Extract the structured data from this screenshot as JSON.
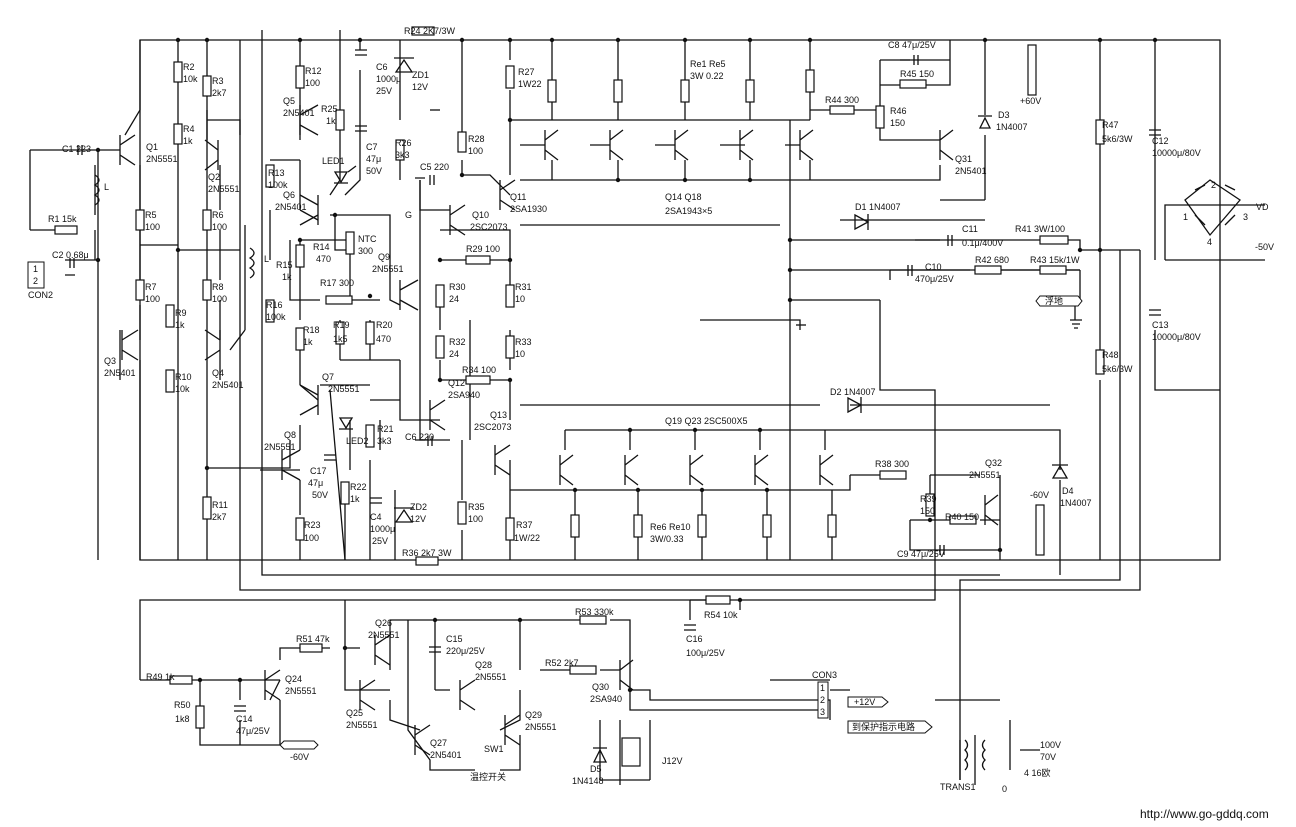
{
  "title": "",
  "labels": {
    "r24": "R24 2K7/3W",
    "r36": "R36 2k7 3W",
    "r2": "R2",
    "r2v": "10k",
    "r3": "R3",
    "r3v": "2k7",
    "r4": "R4",
    "r4v": "1k",
    "r5": "R5",
    "r5v": "100",
    "r6": "R6",
    "r6v": "100",
    "r7": "R7",
    "r7v": "100",
    "r8": "R8",
    "r8v": "100",
    "r9": "R9",
    "r9v": "1k",
    "r10": "R10",
    "r10v": "10k",
    "r11": "R11",
    "r11v": "2k7",
    "r12": "R12",
    "r12v": "100",
    "r13": "R13",
    "r13v": "100k",
    "r14": "R14",
    "r14v": "470",
    "r15": "R15",
    "r15v": "1k",
    "r16": "R16",
    "r16v": "100k",
    "r17": "R17 300",
    "r18": "R18",
    "r18v": "1k",
    "r19": "R19",
    "r19v": "1k5",
    "r20": "R20",
    "r20v": "470",
    "r21": "R21",
    "r21v": "3k3",
    "r22": "R22",
    "r22v": "1k",
    "r23": "R23",
    "r23v": "100",
    "r25": "R25",
    "r25v": "1k",
    "r26": "R26",
    "r26v": "3k3",
    "r27": "R27",
    "r27v": "1W22",
    "r28": "R28",
    "r28v": "100",
    "r29": "R29 100",
    "r30": "R30",
    "r30v": "24",
    "r31": "R31",
    "r31v": "10",
    "r32": "R32",
    "r32v": "24",
    "r33": "R33",
    "r33v": "10",
    "r34": "R34 100",
    "r35": "R35",
    "r35v": "100",
    "r37": "R37",
    "r37v": "1W/22",
    "r38": "R38 300",
    "r39": "R39",
    "r39v": "150",
    "r40": "R40 150",
    "r41": "R41 3W/100",
    "r42": "R42 680",
    "r43": "R43 15k/1W",
    "r44": "R44 300",
    "r45": "R45 150",
    "r46": "R46",
    "r46v": "150",
    "r47": "R47",
    "r47v": "5k6/3W",
    "r48": "R48",
    "r48v": "5k6/3W",
    "r49": "R49 1k",
    "r50": "R50",
    "r50v": "1k8",
    "r51": "R51 47k",
    "r52": "R52 2k7",
    "r53": "R53 330k",
    "r54": "R54 10k",
    "r1": "R1 15k",
    "re1": "Re1 Re5",
    "re1v": "3W 0.22",
    "re6": "Re6 Re10",
    "re6v": "3W/0.33",
    "c1": "C1 223",
    "c2": "C2 0.68μ",
    "c4": "C4",
    "c4v": "1000μ",
    "c4v2": "25V",
    "c5": "C5 220",
    "c6": "C6",
    "c6v": "1000μ",
    "c6v2": "25V",
    "c6b": "C6 220",
    "c7": "C7",
    "c7v": "47μ",
    "c7v2": "50V",
    "c8": "C8 47μ/25V",
    "c9": "C9 47μ/25V",
    "c10": "C10",
    "c10v": "470μ/25V",
    "c11": "C11",
    "c11v": "0.1μ/400V",
    "c12": "C12",
    "c12v": "10000μ/80V",
    "c13": "C13",
    "c13v": "10000μ/80V",
    "c14": "C14",
    "c14v": "47μ/25V",
    "c15": "C15",
    "c15v": "220μ/25V",
    "c16": "C16",
    "c16v": "100μ/25V",
    "c17": "C17",
    "c17v": "47μ",
    "c17v2": "50V",
    "q1": "Q1",
    "q1v": "2N5551",
    "q2": "Q2",
    "q2v": "2N5551",
    "q3": "Q3",
    "q3v": "2N5401",
    "q4": "Q4",
    "q4v": "2N5401",
    "q5": "Q5",
    "q5v": "2N5401",
    "q6": "Q6",
    "q6v": "2N5401",
    "q7": "Q7",
    "q7v": "2N5551",
    "q8": "Q8",
    "q8v": "2N5551",
    "q9": "Q9",
    "q9v": "2N5551",
    "q10": "Q10",
    "q10v": "2SC2073",
    "q11": "Q11",
    "q11v": "2SA1930",
    "q12": "Q12",
    "q12v": "2SA940",
    "q13": "Q13",
    "q13v": "2SC2073",
    "q14": "Q14 Q18",
    "q14v": "2SA1943×5",
    "q19": "Q19 Q23 2SC500X5",
    "q24": "Q24",
    "q24v": "2N5551",
    "q25": "Q25",
    "q25v": "2N5551",
    "q26": "Q26",
    "q26v": "2N5551",
    "q27": "Q27",
    "q27v": "2N5401",
    "q28": "Q28",
    "q28v": "2N5551",
    "q29": "Q29",
    "q29v": "2N5551",
    "q30": "Q30",
    "q30v": "2SA940",
    "q31": "Q31",
    "q31v": "2N5401",
    "q32": "Q32",
    "q32v": "2N5551",
    "d1": "D1 1N4007",
    "d2": "D2 1N4007",
    "d3": "D3",
    "d3v": "1N4007",
    "d4": "D4",
    "d4v": "1N4007",
    "d5": "D5",
    "d5v": "1N4148",
    "zd1": "ZD1",
    "zd1v": "12V",
    "zd2": "ZD2",
    "zd2v": "12V",
    "led1": "LED1",
    "led2": "LED2",
    "ntc": "NTC",
    "ntcv": "300",
    "l": "L",
    "con2": "CON2",
    "con2p1": "1",
    "con2p2": "2",
    "con3": "CON3",
    "con3p1": "1",
    "con3p2": "2",
    "con3p3": "3",
    "plus12v": "+12V",
    "protect": "到保护指示电路",
    "plus60": "+60V",
    "minus60": "-60V",
    "minus60b": "-60V",
    "float": "浮地",
    "vd": "VD",
    "minus50": "-50V",
    "br1": "1",
    "br2": "2",
    "br3": "3",
    "br4": "4",
    "sw1": "SW1",
    "tempsw": "温控开关",
    "j12v": "J12V",
    "trans1": "TRANS1",
    "t0": "0",
    "t100": "100V",
    "t70": "70V",
    "t416": "4 16欧",
    "g": "G",
    "url": "http://www.go-gddq.com"
  },
  "colors": {
    "ink": "#111111",
    "paper": "#ffffff"
  }
}
